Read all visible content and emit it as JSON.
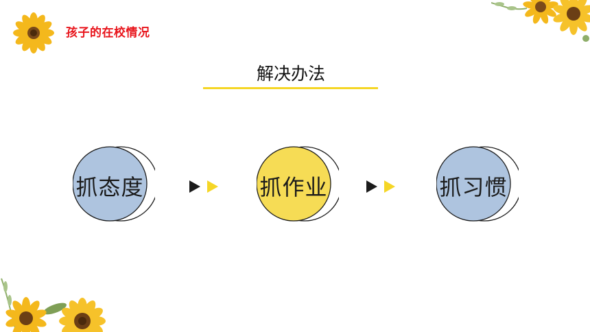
{
  "header": {
    "title": "孩子的在校情况"
  },
  "section": {
    "title": "解决办法"
  },
  "steps": [
    {
      "label": "抓态度",
      "fill": "#aec4df"
    },
    {
      "label": "抓作业",
      "fill": "#f6dc55"
    },
    {
      "label": "抓习惯",
      "fill": "#aec4df"
    }
  ],
  "colors": {
    "accent_red": "#e8141b",
    "accent_yellow": "#f5d626",
    "arrow_dark": "#1b1b1b"
  },
  "decor": {
    "icon": "sunflower-icon"
  }
}
